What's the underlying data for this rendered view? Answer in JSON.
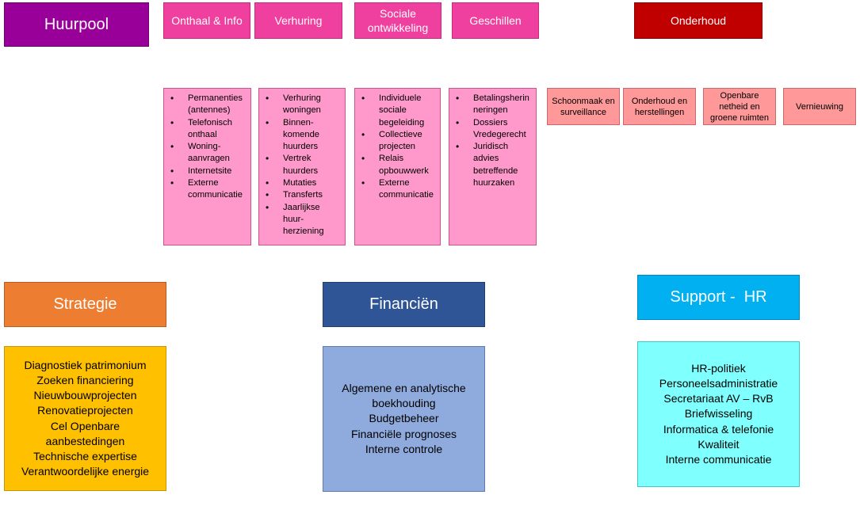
{
  "top": {
    "huurpool": "Huurpool",
    "onthaal": "Onthaal & Info",
    "verhuring": "Verhuring",
    "sociale_line1": "Sociale",
    "sociale_line2": "ontwikkeling",
    "geschillen": "Geschillen",
    "onderhoud": "Onderhoud"
  },
  "lists": {
    "onthaal": [
      "Permanenties (antennes)",
      "Telefonisch onthaal",
      "Woning-aanvragen",
      "Internetsite",
      "Externe communicatie"
    ],
    "verhuring": [
      "Verhuring woningen",
      "Binnen-komende huurders",
      "Vertrek huurders",
      "Mutaties",
      "Transferts",
      "Jaarlijkse huur-herziening"
    ],
    "sociale": [
      "Individuele sociale begeleiding",
      "Collectieve projecten",
      "Relais opbouwwerk",
      "Externe communicatie"
    ],
    "geschillen": [
      "Betalingsherinneringen",
      "Dossiers Vredegerecht",
      "Juridisch advies betreffende huurzaken"
    ]
  },
  "onderhoud_sub": {
    "schoonmaak": "Schoonmaak en surveillance",
    "herstellingen": "Onderhoud en herstellingen",
    "openbare": "Openbare netheid en groene ruimten",
    "vernieuwing": "Vernieuwing"
  },
  "strategie": {
    "title": "Strategie",
    "items": [
      "Diagnostiek patrimonium",
      "Zoeken financiering",
      "Nieuwbouwprojecten",
      "Renovatieprojecten",
      "Cel Openbare aanbestedingen",
      "Technische expertise",
      "Verantwoordelijke energie"
    ]
  },
  "financien": {
    "title": "Financiën",
    "items": [
      "Algemene en analytische boekhouding",
      "Budgetbeheer",
      "Financiële prognoses",
      "Interne controle"
    ]
  },
  "support": {
    "title": "Support -  HR",
    "items": [
      "HR-politiek",
      "Personeelsadministratie",
      "Secretariaat AV – RvB",
      "Briefwisseling",
      "Informatica & telefonie",
      "Kwaliteit",
      "Interne communicatie"
    ]
  }
}
